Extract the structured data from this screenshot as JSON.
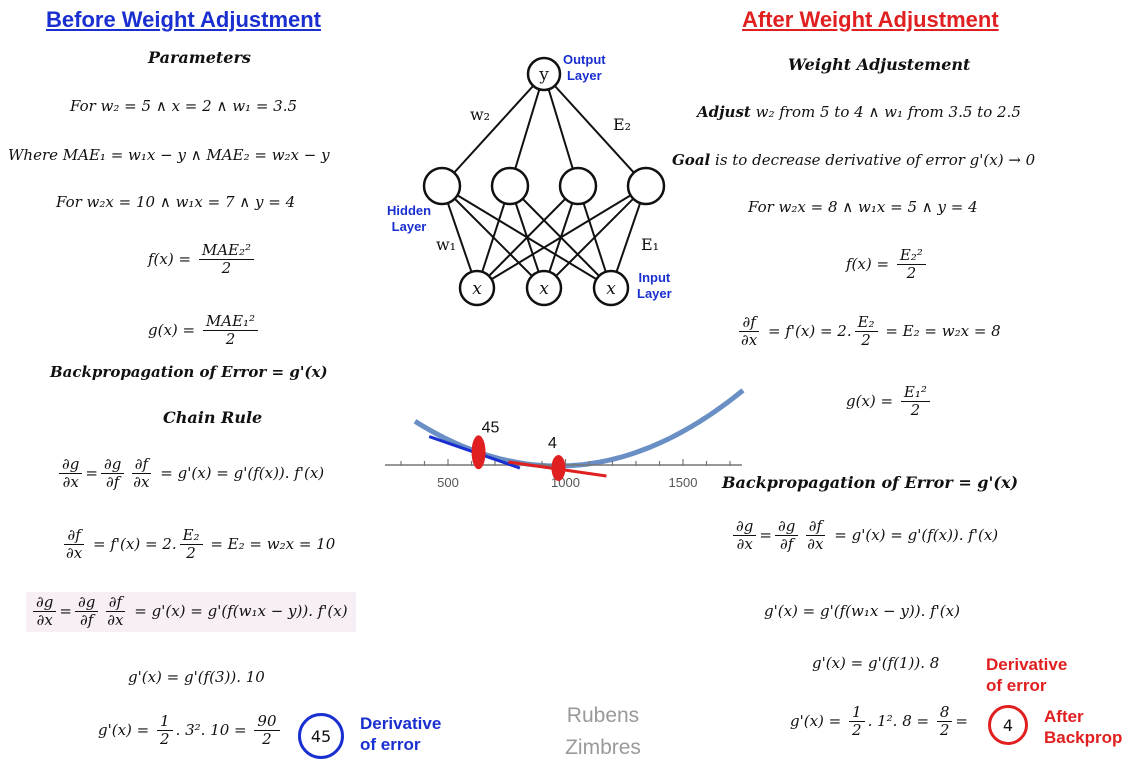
{
  "left": {
    "heading": "Before Weight Adjustment",
    "parameters_label": "Parameters",
    "line1": "For w₂ = 5 ∧ x = 2 ∧ w₁ = 3.5",
    "line2": "Where MAE₁ = w₁x − y  ∧  MAE₂ = w₂x − y",
    "line3": "For w₂x = 10  ∧  w₁x = 7  ∧  y = 4",
    "fx_lhs": "f(x) =",
    "fx_num": "MAE₂²",
    "fx_den": "2",
    "gx_lhs": "g(x) =",
    "gx_num": "MAE₁²",
    "gx_den": "2",
    "backprop": "Backpropagation of Error = g'(x)",
    "chain_rule": "Chain Rule",
    "chain1": "= g'(x) = g'(f(x)). f'(x)",
    "chain2_rhs": "= f'(x) = 2.",
    "chain2_tail": "= E₂ = w₂x = 10",
    "chain3": "= g'(x) = g'(f(w₁x − y)). f'(x)",
    "gprime1": "g'(x) = g'(f(3)). 10",
    "final_lhs": "g'(x) =",
    "final_mid": ". 3². 10 =",
    "final_num": "90",
    "final_den": "2",
    "final_result": "45",
    "derivative_label_1": "Derivative",
    "derivative_label_2": "of error"
  },
  "right": {
    "heading": "After Weight Adjustment",
    "weight_label": "Weight Adjustement",
    "adjust_bold": "Adjust",
    "adjust_text": "w₂ from 5 to 4  ∧ w₁ from 3.5 to 2.5",
    "goal_bold": "Goal",
    "goal_text": "is to decrease derivative of error g'(x) → 0",
    "line3": "For w₂x = 8  ∧  w₁x = 5  ∧  y = 4",
    "fx_lhs": "f(x) =",
    "fx_num": "E₂²",
    "fx_den": "2",
    "dfdx_tail": "= f'(x) = 2.",
    "dfdx_tail2": "= E₂ = w₂x = 8",
    "gx_lhs": "g(x) =",
    "gx_num": "E₁²",
    "gx_den": "2",
    "backprop": "Backpropagation of Error = g'(x)",
    "chain1": "= g'(x) = g'(f(x)). f'(x)",
    "chain2": "g'(x) = g'(f(w₁x − y)). f'(x)",
    "chain3": "g'(x) = g'(f(1)). 8",
    "final_lhs": "g'(x) =",
    "final_mid": ". 1². 8 =",
    "final_num": "8",
    "final_den": "2",
    "final_eq": "=",
    "final_result": "4",
    "derivative_label_1": "Derivative",
    "derivative_label_2": "of error",
    "after_label_1": "After",
    "after_label_2": "Backprop"
  },
  "common": {
    "dg": "∂g",
    "dx": "∂x",
    "df": "∂f",
    "half_num": "1",
    "half_den": "2",
    "e2": "E₂",
    "two": "2"
  },
  "network": {
    "output_node": "y",
    "input_node": "x",
    "output_layer_1": "Output",
    "output_layer_2": "Layer",
    "hidden_layer_1": "Hidden",
    "hidden_layer_2": "Layer",
    "input_layer_1": "Input",
    "input_layer_2": "Layer",
    "w2": "w₂",
    "e2": "E₂",
    "w1": "w₁",
    "e1": "E₁"
  },
  "chart_data": {
    "type": "line",
    "x_ticks": [
      "500",
      "1000",
      "1500"
    ],
    "points": [
      {
        "label": "45",
        "x": 630
      },
      {
        "label": "4",
        "x": 970
      }
    ],
    "colors": {
      "curve": "#6a8fc4",
      "before_tangent": "#1a2fd0",
      "after_tangent": "#e02020",
      "marker": "#e02020"
    }
  },
  "watermark": [
    "Rubens",
    "Zimbres"
  ],
  "colors": {
    "blue": "#1a2fd0",
    "red": "#e02020",
    "gray": "#9a9a9a"
  }
}
